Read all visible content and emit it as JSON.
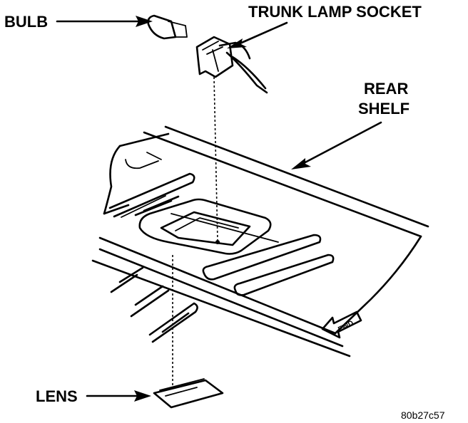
{
  "diagram": {
    "labels": {
      "bulb": "BULB",
      "trunk_lamp_socket": "TRUNK LAMP SOCKET",
      "rear": "REAR",
      "shelf": "SHELF",
      "lens": "LENS",
      "fwd": "FWD"
    },
    "figure_id": "80b27c57",
    "colors": {
      "ink": "#000000",
      "paper": "#ffffff"
    }
  }
}
